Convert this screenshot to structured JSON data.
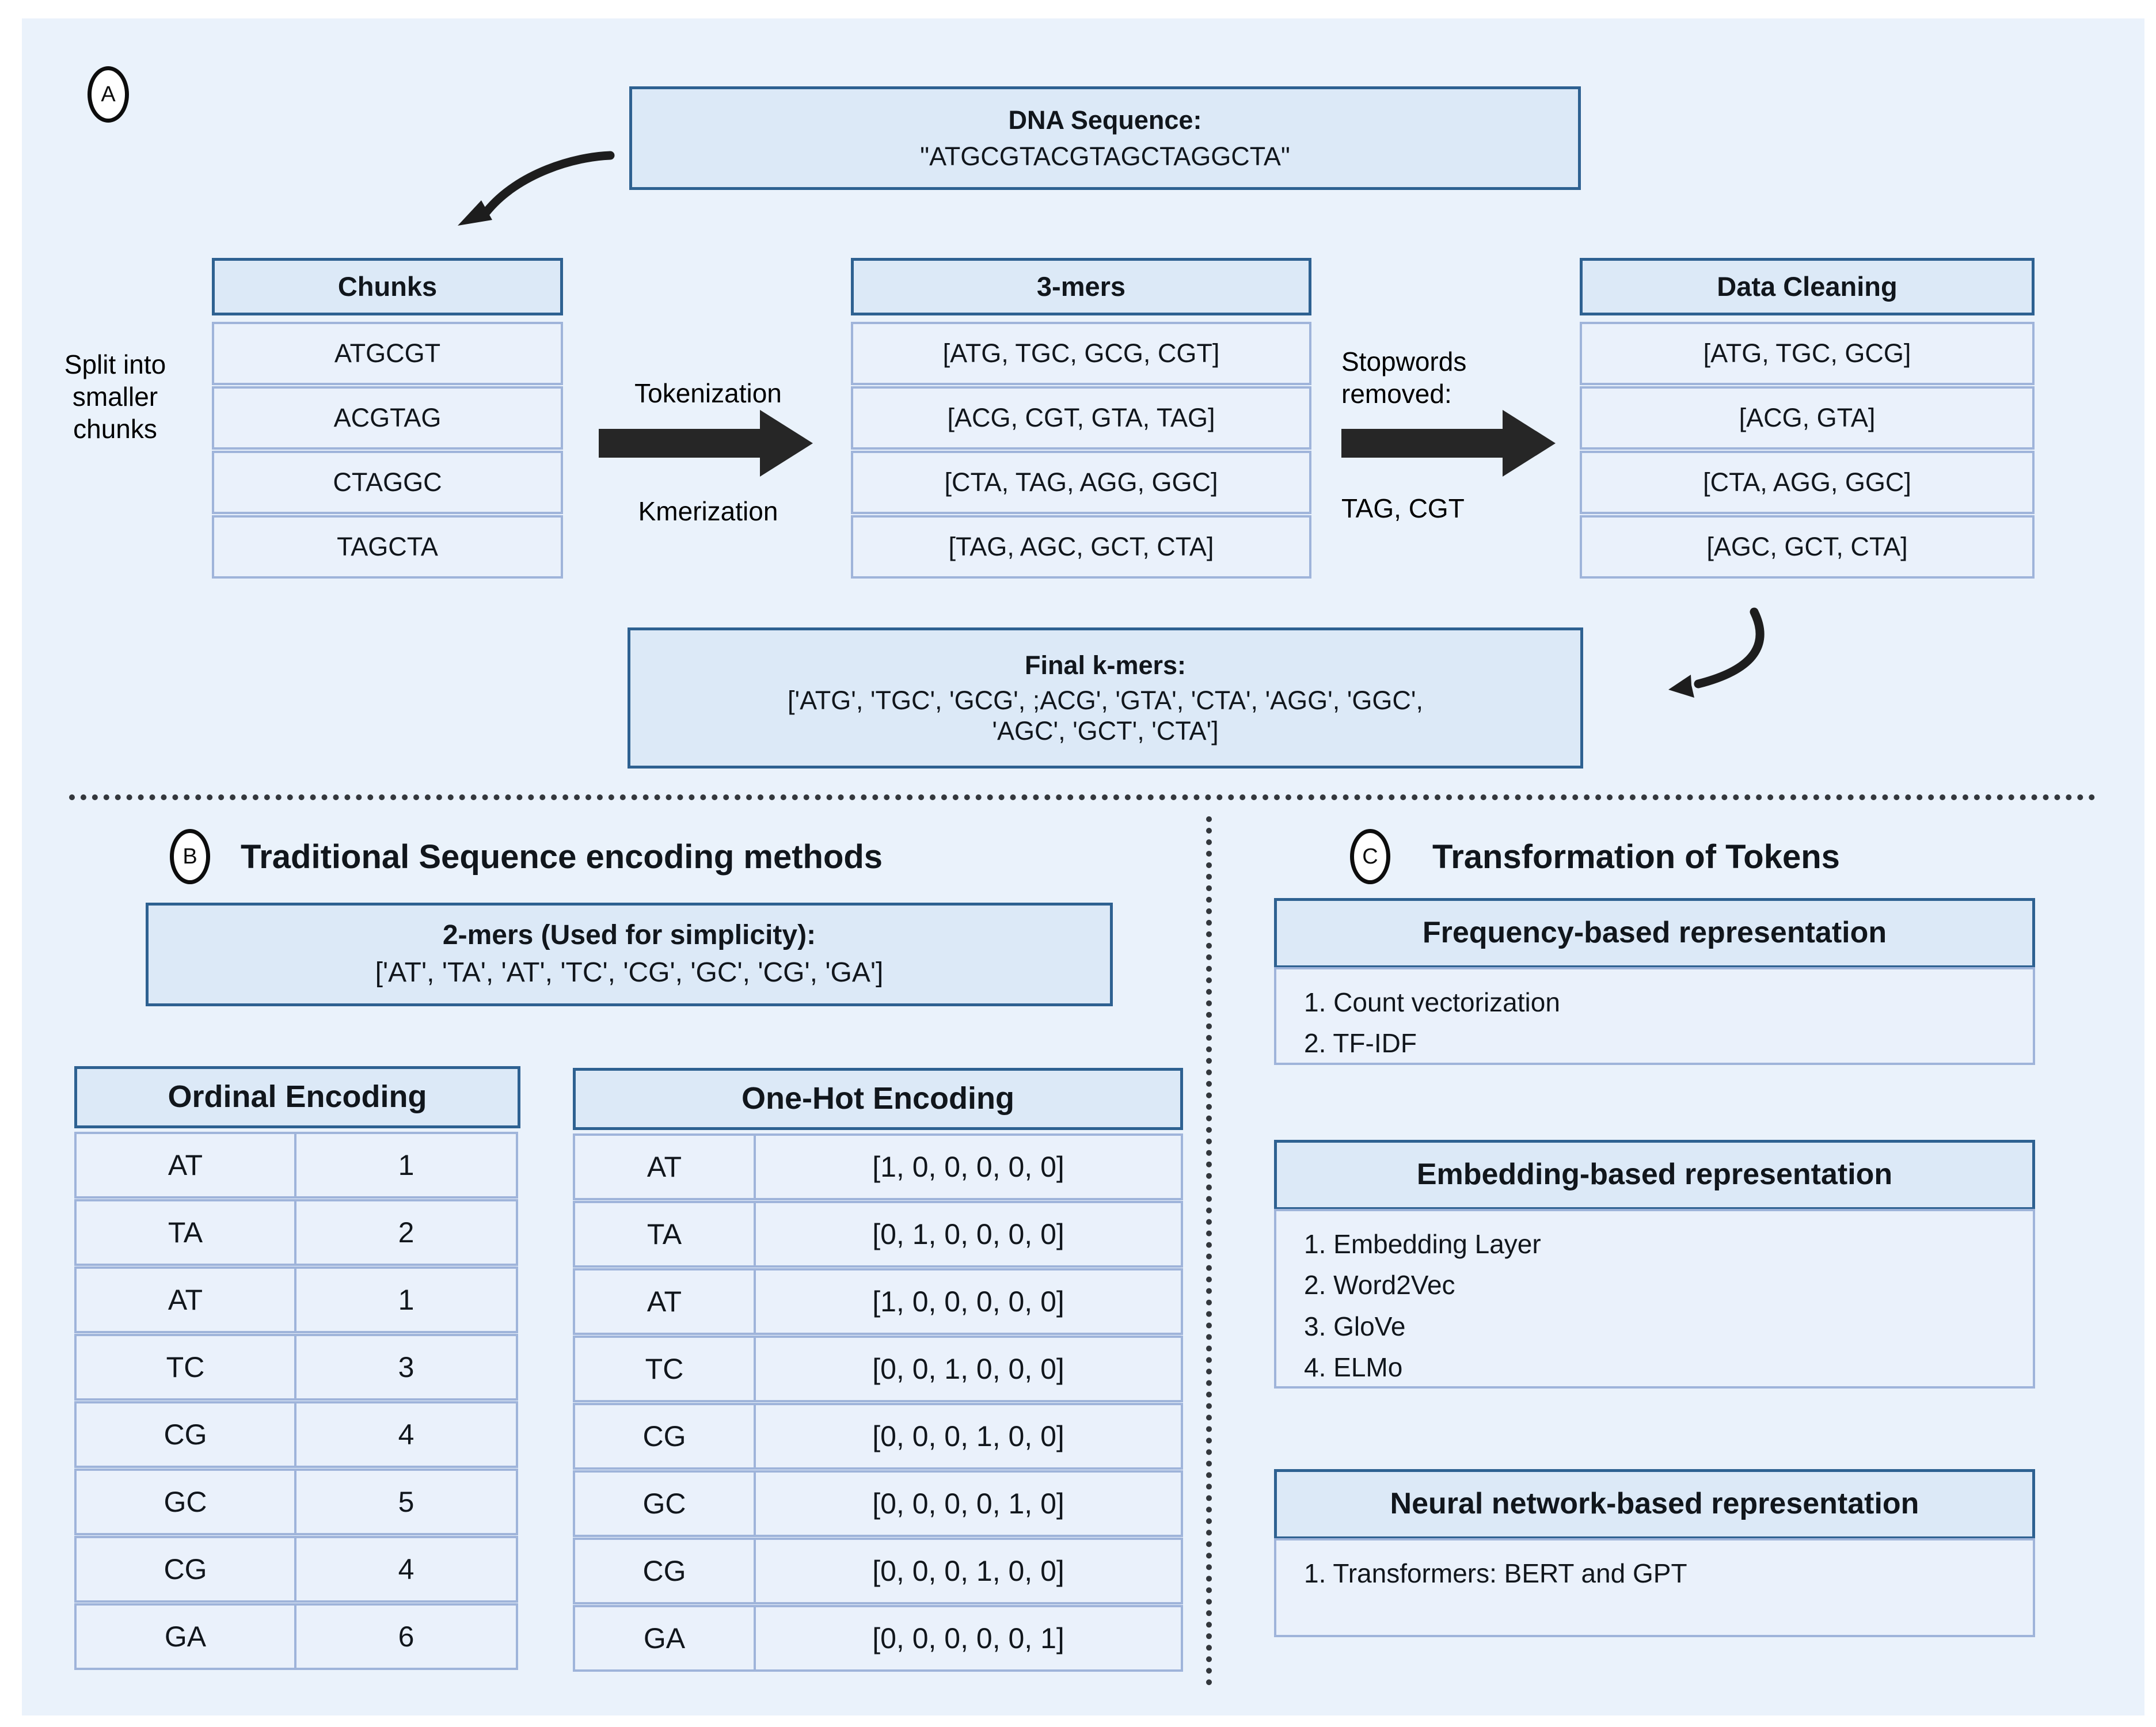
{
  "colors": {
    "background": "#eaf2fb",
    "header_fill": "#dce9f7",
    "header_border": "#2e6191",
    "cell_fill": "#eaf1fb",
    "cell_border": "#9fb4da",
    "arrow": "#262626",
    "text": "#11161c"
  },
  "panel_a": {
    "badge": "A",
    "dna_box": {
      "title": "DNA Sequence:",
      "value": "\"ATGCGTACGTAGCTAGGCTA\""
    },
    "split_label": "Split into\nsmaller\nchunks",
    "chunks": {
      "header": "Chunks",
      "rows": [
        "ATGCGT",
        "ACGTAG",
        "CTAGGC",
        "TAGCTA"
      ]
    },
    "arrow1": {
      "top_label": "Tokenization",
      "bottom_label": "Kmerization"
    },
    "kmers": {
      "header": "3-mers",
      "rows": [
        "[ATG, TGC, GCG, CGT]",
        "[ACG, CGT, GTA, TAG]",
        "[CTA, TAG, AGG, GGC]",
        "[TAG, AGC, GCT, CTA]"
      ]
    },
    "arrow2": {
      "top_label": "Stopwords\nremoved:",
      "bottom_label": "TAG, CGT"
    },
    "cleaning": {
      "header": "Data Cleaning",
      "rows": [
        "[ATG, TGC, GCG]",
        "[ACG, GTA]",
        "[CTA, AGG, GGC]",
        "[AGC, GCT, CTA]"
      ]
    },
    "final_box": {
      "title": "Final k-mers:",
      "line1": "['ATG', 'TGC', 'GCG', ;ACG', 'GTA', 'CTA', 'AGG', 'GGC',",
      "line2": "'AGC', 'GCT', 'CTA']"
    }
  },
  "panel_b": {
    "badge": "B",
    "title": "Traditional Sequence encoding methods",
    "twomers_box": {
      "title": "2-mers (Used for simplicity):",
      "value": "['AT', 'TA', 'AT', 'TC', 'CG', 'GC', 'CG', 'GA']"
    },
    "ordinal": {
      "header": "Ordinal Encoding",
      "rows": [
        {
          "token": "AT",
          "code": "1"
        },
        {
          "token": "TA",
          "code": "2"
        },
        {
          "token": "AT",
          "code": "1"
        },
        {
          "token": "TC",
          "code": "3"
        },
        {
          "token": "CG",
          "code": "4"
        },
        {
          "token": "GC",
          "code": "5"
        },
        {
          "token": "CG",
          "code": "4"
        },
        {
          "token": "GA",
          "code": "6"
        }
      ]
    },
    "onehot": {
      "header": "One-Hot Encoding",
      "rows": [
        {
          "token": "AT",
          "code": "[1, 0, 0, 0, 0, 0]"
        },
        {
          "token": "TA",
          "code": "[0, 1, 0, 0, 0, 0]"
        },
        {
          "token": "AT",
          "code": "[1, 0, 0, 0, 0, 0]"
        },
        {
          "token": "TC",
          "code": "[0, 0, 1, 0, 0, 0]"
        },
        {
          "token": "CG",
          "code": "[0, 0, 0, 1, 0, 0]"
        },
        {
          "token": "GC",
          "code": "[0, 0, 0, 0, 1, 0]"
        },
        {
          "token": "CG",
          "code": "[0, 0, 0, 1, 0, 0]"
        },
        {
          "token": "GA",
          "code": "[0, 0, 0, 0, 0, 1]"
        }
      ]
    }
  },
  "panel_c": {
    "badge": "C",
    "title": "Transformation of Tokens",
    "cards": [
      {
        "header": "Frequency-based representation",
        "items": [
          "1.  Count vectorization",
          "2.  TF-IDF"
        ]
      },
      {
        "header": "Embedding-based representation",
        "items": [
          "1.  Embedding Layer",
          "2.  Word2Vec",
          "3.  GloVe",
          "4.  ELMo"
        ]
      },
      {
        "header": "Neural network-based representation",
        "items": [
          "1.  Transformers: BERT and GPT"
        ]
      }
    ]
  }
}
